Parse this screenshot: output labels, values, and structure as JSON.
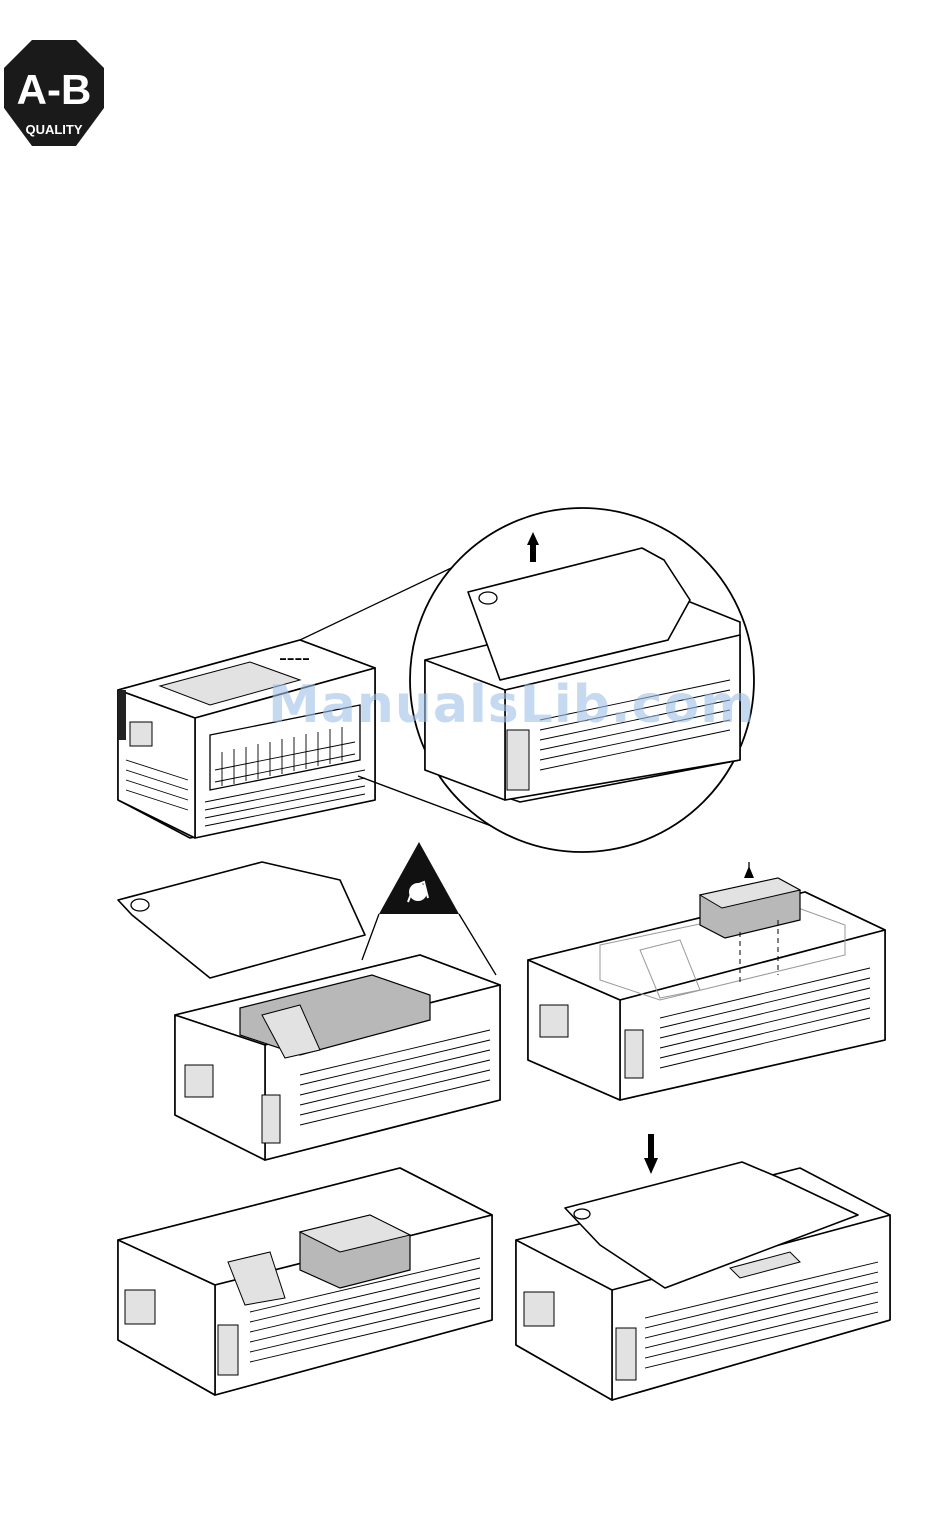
{
  "logo": {
    "mark_text": "A-B",
    "sub_text": "QUALITY",
    "icon": "allen-bradley-logo-icon"
  },
  "watermark": {
    "text": "ManualsLib.com"
  },
  "illustrations": {
    "icons": [
      "controller-overview-illustration",
      "zoom-cover-removal-illustration",
      "esd-warning-icon",
      "arrow-up-icon",
      "arrow-down-icon"
    ]
  }
}
